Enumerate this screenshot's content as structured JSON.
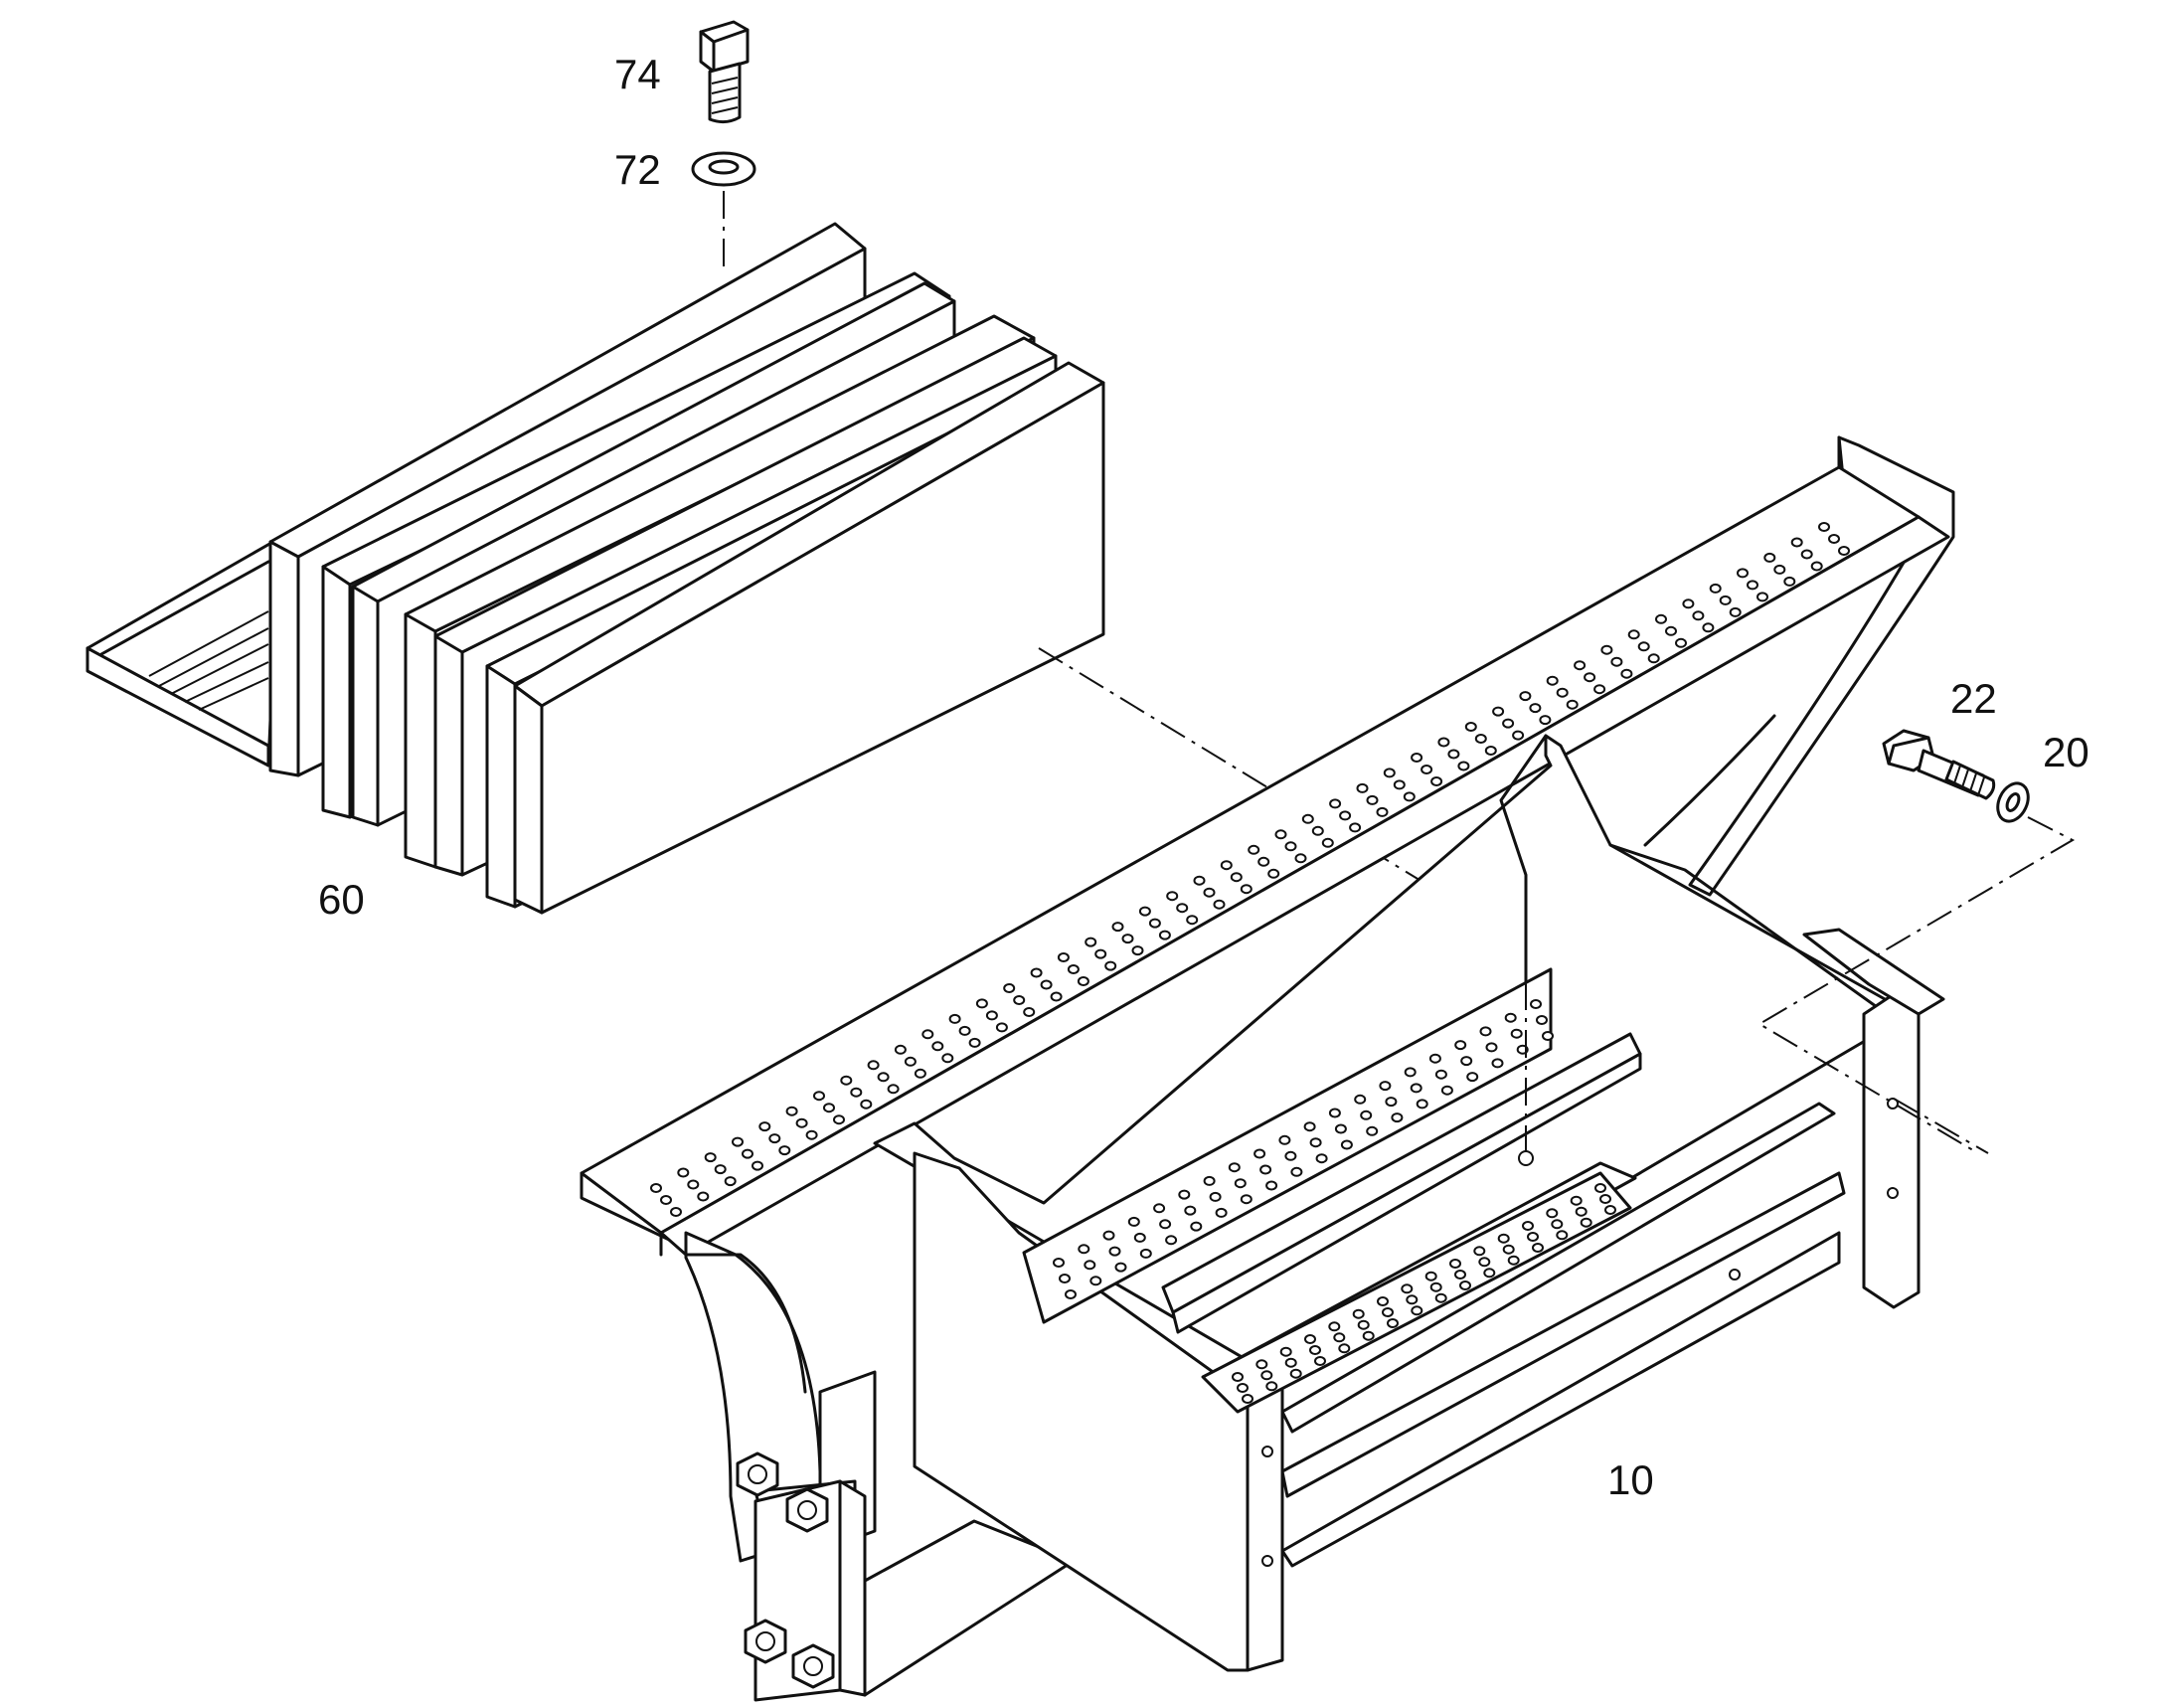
{
  "callouts": {
    "c74": "74",
    "c72": "72",
    "c60": "60",
    "c22": "22",
    "c20": "20",
    "c10": "10"
  }
}
